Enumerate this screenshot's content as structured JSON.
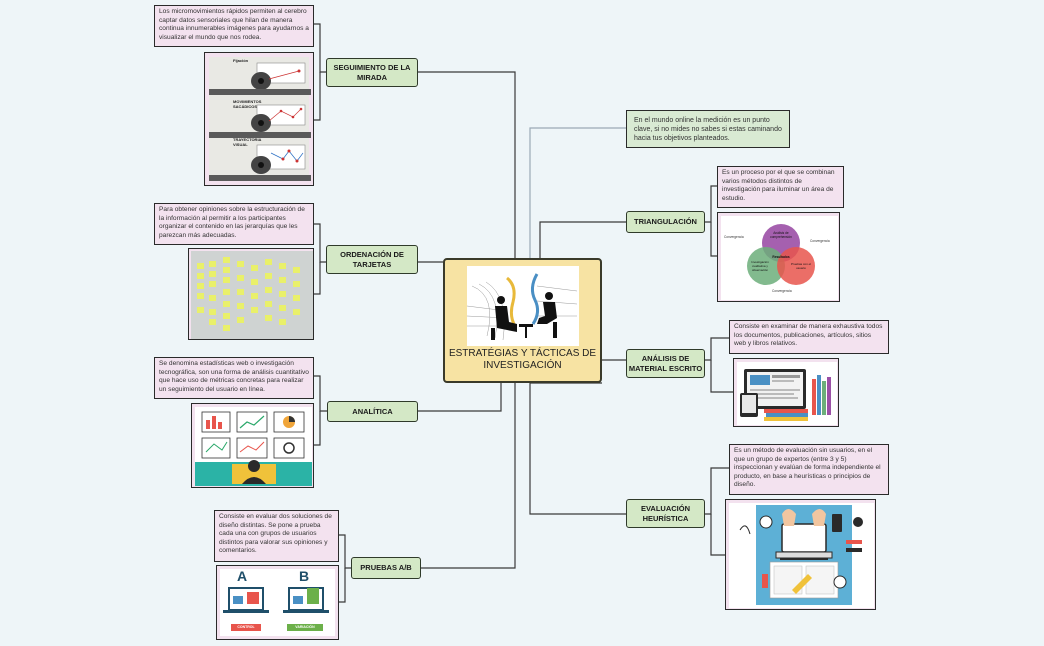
{
  "central": {
    "title": "ESTRATÉGIAS Y TÁCTICAS DE INVESTIGACIÓN"
  },
  "branches": {
    "seguimiento": {
      "label": "SEGUIMIENTO DE LA MIRADA",
      "note": "Los micromovimientos rápidos permiten al cerebro captar datos sensoriales que hilan de manera continua innumerables imágenes para ayudarnos a visualizar el mundo que nos rodea.",
      "image_labels": [
        "Fijación",
        "MOVIMIENTOS SACÁDICOS",
        "TRAYECTORIA VISUAL"
      ]
    },
    "ordenacion": {
      "label": "ORDENACIÓN DE TARJETAS",
      "note": "Para obtener opiniones sobre la estructuración de la información al permitir a los participantes organizar el contenido en las jerarquías que les parezcan más adecuadas."
    },
    "analitica": {
      "label": "ANALÍTICA",
      "note": "Se denomina estadísticas web o investigación tecnográfica, son una forma de análisis cuantitativo que hace uso de métricas concretas para realizar un seguimiento del usuario en línea."
    },
    "pruebas": {
      "label": "PRUEBAS A/B",
      "note": "Consiste en evaluar dos soluciones de diseño distintas. Se pone a prueba cada una con grupos de usuarios distintos para valorar sus opiniones y comentarios.",
      "variant_a": "A",
      "variant_b": "B",
      "button_a": "CONTROL",
      "button_b": "VARIACIÓN"
    },
    "medicion": {
      "note": "En el mundo online la medición es un punto clave, si no mides no sabes si estas caminando hacia tus objetivos planteados."
    },
    "triangulacion": {
      "label": "TRIANGULACIÓN",
      "note": "Es un proceso por el que se combinan varios métodos distintos de investigación para iluminar un área de estudio.",
      "venn": {
        "top": "Análisis de comprehensión",
        "left": "Investigación cualitativa y observación",
        "right": "Pruebas con el usuario",
        "center": "Resultados",
        "outer_left": "Convergencia",
        "outer_right": "Convergencia",
        "outer_bottom": "Convergencia"
      }
    },
    "analisis": {
      "label": "ANÁLISIS DE MATERIAL ESCRITO",
      "note": "Consiste en examinar de manera exhaustiva todos los documentos, publicaciones, artículos, sitios web y libros relativos."
    },
    "heuristica": {
      "label": "EVALUACIÓN HEURÍSTICA",
      "note": "Es un método de evaluación sin usuarios, en el que un grupo de expertos (entre 3 y 5) inspeccionan y evalúan de forma independiente el producto, en base a heurísticas o principios de diseño."
    }
  },
  "colors": {
    "background": "#eef5f8",
    "branch_fill": "#d4e8c6",
    "note_fill": "#f3e2ef",
    "central_fill": "#f7e3a3",
    "venn_purple": "#9b4fa6",
    "venn_green": "#6cae7a",
    "venn_red": "#e8554c"
  }
}
